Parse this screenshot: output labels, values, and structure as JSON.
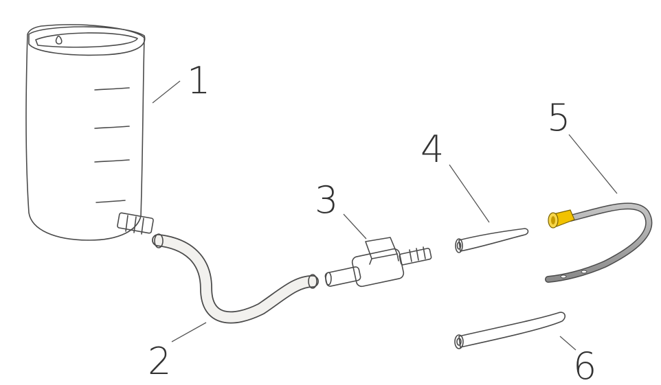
{
  "labels": [
    {
      "id": "1",
      "text": "1"
    },
    {
      "id": "2",
      "text": "2"
    },
    {
      "id": "3",
      "text": "3"
    },
    {
      "id": "4",
      "text": "4"
    },
    {
      "id": "5",
      "text": "5"
    },
    {
      "id": "6",
      "text": "6"
    }
  ],
  "colors": {
    "ink": "#4a4a4a",
    "container_fill": "#eceae6",
    "tube_fill": "#f2f1ee",
    "catheter_gray": "#9c9c9c",
    "connector_yellow": "#f2c200"
  }
}
